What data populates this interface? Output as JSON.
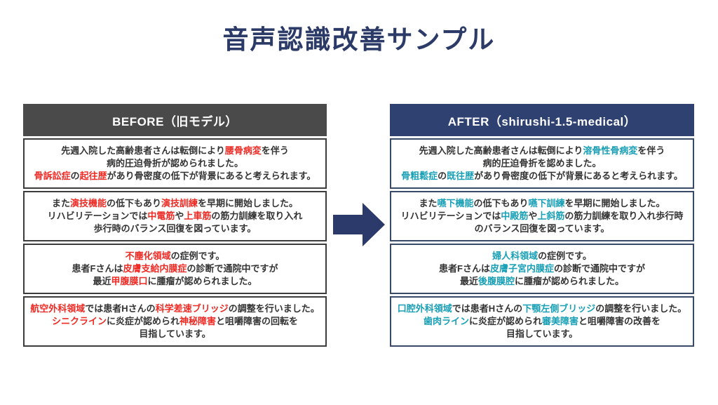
{
  "title": "音声認識改善サンプル",
  "colors": {
    "title_navy": "#2b3a67",
    "before_header_bg": "#4a4a4a",
    "after_header_bg": "#2e4170",
    "error_red": "#ee2a24",
    "corrected_teal": "#189fb5",
    "body_text": "#333333",
    "arrow_navy": "#2b3a6b"
  },
  "arrow_icon": "right-block-arrow",
  "panels": [
    {
      "id": "before",
      "header": "BEFORE（旧モデル）",
      "blocks": [
        {
          "lines": [
            [
              {
                "text": "先週入院した高齢患者さんは転倒により"
              },
              {
                "text": "腰骨病変",
                "highlight": true
              },
              {
                "text": "を伴う"
              }
            ],
            [
              {
                "text": "病的圧迫骨折が認められました。"
              }
            ],
            [
              {
                "text": "骨訴訟症",
                "highlight": true
              },
              {
                "text": "の"
              },
              {
                "text": "起往歴",
                "highlight": true
              },
              {
                "text": "があり骨密度の低下が背景にあると考えられます。"
              }
            ]
          ]
        },
        {
          "lines": [
            [
              {
                "text": "また"
              },
              {
                "text": "演技機能",
                "highlight": true
              },
              {
                "text": "の低下もあり"
              },
              {
                "text": "演技訓練",
                "highlight": true
              },
              {
                "text": "を早期に開始しました。"
              }
            ],
            [
              {
                "text": "リハビリテーションでは"
              },
              {
                "text": "中電筋",
                "highlight": true
              },
              {
                "text": "や"
              },
              {
                "text": "上車筋",
                "highlight": true
              },
              {
                "text": "の筋力訓練を取り入れ"
              }
            ],
            [
              {
                "text": "歩行時のバランス回復を図っています。"
              }
            ]
          ]
        },
        {
          "lines": [
            [
              {
                "text": "不塵化領域",
                "highlight": true
              },
              {
                "text": "の症例です。"
              }
            ],
            [
              {
                "text": "患者Fさんは"
              },
              {
                "text": "皮膚支給内膜症",
                "highlight": true
              },
              {
                "text": "の診断で通院中ですが"
              }
            ],
            [
              {
                "text": "最近"
              },
              {
                "text": "甲腹膜口",
                "highlight": true
              },
              {
                "text": "に腫瘤が認められました。"
              }
            ]
          ]
        },
        {
          "lines": [
            [
              {
                "text": "航空外科領域",
                "highlight": true
              },
              {
                "text": "では患者Hさんの"
              },
              {
                "text": "科学差速ブリッジ",
                "highlight": true
              },
              {
                "text": "の調整を行いました。"
              }
            ],
            [
              {
                "text": "シニクライン",
                "highlight": true
              },
              {
                "text": "に炎症が認められ"
              },
              {
                "text": "神秘障害",
                "highlight": true
              },
              {
                "text": "と咀嚼障害の回転を"
              }
            ],
            [
              {
                "text": "目指しています。"
              }
            ]
          ]
        }
      ]
    },
    {
      "id": "after",
      "header": "AFTER（shirushi-1.5-medical）",
      "blocks": [
        {
          "lines": [
            [
              {
                "text": "先週入院した高齢患者さんは転倒により"
              },
              {
                "text": "溶骨性骨病変",
                "highlight": true
              },
              {
                "text": "を伴う"
              }
            ],
            [
              {
                "text": "病的圧迫骨折を認めました。"
              }
            ],
            [
              {
                "text": "骨粗鬆症",
                "highlight": true
              },
              {
                "text": "の"
              },
              {
                "text": "既往歴",
                "highlight": true
              },
              {
                "text": "があり骨密度の低下が背景にあると考えられます。"
              }
            ]
          ]
        },
        {
          "lines": [
            [
              {
                "text": "また"
              },
              {
                "text": "嚥下機能",
                "highlight": true
              },
              {
                "text": "の低下もあり"
              },
              {
                "text": "嚥下訓練",
                "highlight": true
              },
              {
                "text": "を早期に開始しました。"
              }
            ],
            [
              {
                "text": "リハビリテーションでは"
              },
              {
                "text": "中殿筋",
                "highlight": true
              },
              {
                "text": "や"
              },
              {
                "text": "上斜筋",
                "highlight": true
              },
              {
                "text": "の筋力訓練を取り入れ歩行時"
              }
            ],
            [
              {
                "text": "のバランス回復を図っています。"
              }
            ]
          ]
        },
        {
          "lines": [
            [
              {
                "text": "婦人科領域",
                "highlight": true
              },
              {
                "text": "の症例です。"
              }
            ],
            [
              {
                "text": "患者Fさんは"
              },
              {
                "text": "皮膚子宮内膜症",
                "highlight": true
              },
              {
                "text": "の診断で通院中ですが"
              }
            ],
            [
              {
                "text": "最近"
              },
              {
                "text": "後腹膜腔",
                "highlight": true
              },
              {
                "text": "に腫瘤が認められました。"
              }
            ]
          ]
        },
        {
          "lines": [
            [
              {
                "text": "口腔外科領域",
                "highlight": true
              },
              {
                "text": "では患者Hさんの"
              },
              {
                "text": "下顎左側ブリッジ",
                "highlight": true
              },
              {
                "text": "の調整を行いました。"
              }
            ],
            [
              {
                "text": "歯肉ライン",
                "highlight": true
              },
              {
                "text": "に炎症が認められ"
              },
              {
                "text": "審美障害",
                "highlight": true
              },
              {
                "text": "と咀嚼障害の改善を"
              }
            ],
            [
              {
                "text": "目指しています。"
              }
            ]
          ]
        }
      ]
    }
  ]
}
